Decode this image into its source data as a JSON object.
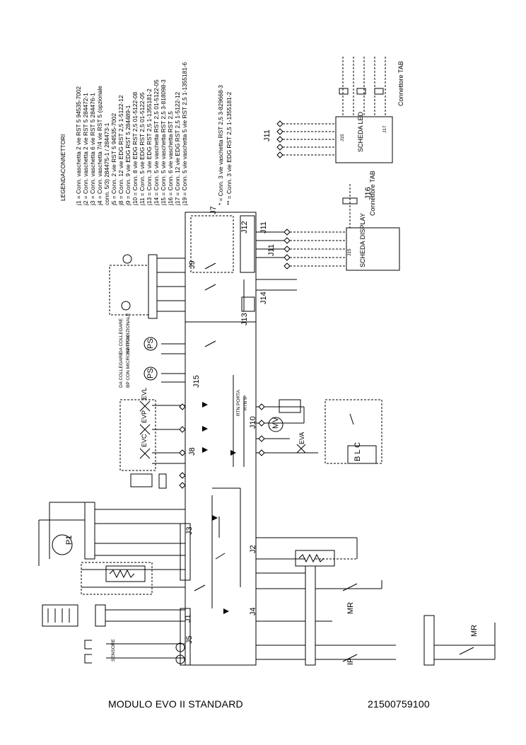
{
  "legend": {
    "title": "LEGENDACONNETTORI",
    "lines": [
      "j1   = Conn. vaschetta 2 vie RST 5  94535-7002",
      "j2   = Conn. vaschetta 2 vie RST 5   284472-1",
      "j3   = Conn. vaschetta 6 vie RST 5   284476-1",
      "j4   = Conn. vaschetta 7/4 vie RST 5 (opzionale",
      "       conn. 5/3) 284475-1 / 284473-1",
      "j5   = Conn. 2 vie RST 5  94535-7002",
      "j8   = Conn. 12 vie EDG RST 2,5  1-5122-12",
      "j9   = Conn. 9 vie EDG RST 5   284489-1",
      "j10 = Conn. 8 vie EDG RST 2,5  01-5122-08",
      "j11 = Conn. 5 vie EDG RST 2,5  01-5122-05",
      "j13 = Conn. 3 vie EDG RST 2,5  1-1355181-2",
      "j14 = Conn. 5 vie vaschetta RST 2,5  01-5122-05",
      "j15 = Conn. 5 vie vaschetta RST 2,5   3-818098-3",
      "j16 = Conn. 6 vie vaschetta RST 2,5",
      "j17 = Conn. 12 vie EDG RST 2,5  1-5122-12",
      "j19 = Conn. 5 vie vaschetta 5 vie RST 2,5  1-1355181-6"
    ],
    "notes": [
      "*   = Conn. 3 vie vaschetta RST 2,5  3-829668-3",
      "**  = Conn. 3 vie EDG RST 2,5  1-1355181-2"
    ]
  },
  "labels": {
    "connettore_tab_1": "Connettore TAB",
    "connettore_tab_2": "Connettore TAB",
    "scheda_led": "SCHEDA LED",
    "scheda_display": "SCHEDA DISPLAY",
    "da_collegare_1": "DA COLLEGARE",
    "bp_tradizionale": "BP TRADIZIONALE",
    "da_collegare_2": "DA COLLEGARE",
    "bp_con_microswitch": "BP CON MICROSWITCH",
    "rtn_porta": "RTN PORTA",
    "rtn_ip": "RTN IP",
    "sensore": "SENSORE",
    "ps1": "PS",
    "ps2": "PS",
    "evl": "EVL",
    "evp": "EVP",
    "evc": "EVC",
    "eva": "EVA",
    "mv": "MV",
    "p1": "P1",
    "mr1": "MR",
    "mr2": "MR",
    "ip": "IP",
    "blc": "B  L  C"
  },
  "connectors": {
    "j1": "J1",
    "j2": "J2",
    "j3": "J3",
    "j4": "J4",
    "j5": "J5",
    "j7": "J7",
    "j8": "J8",
    "j9": "J9",
    "j10": "J10",
    "j11a": "J11",
    "j11b": "J11",
    "j11c": "J11",
    "j12": "J12",
    "j13": "J13",
    "j14": "J14",
    "j15a": "J15",
    "j15b": "J15",
    "j15c": "J15",
    "j16": "J16",
    "j17": "J17"
  },
  "footer": {
    "model": "MODULO   EVO II  STANDARD",
    "code": "21500759100"
  }
}
